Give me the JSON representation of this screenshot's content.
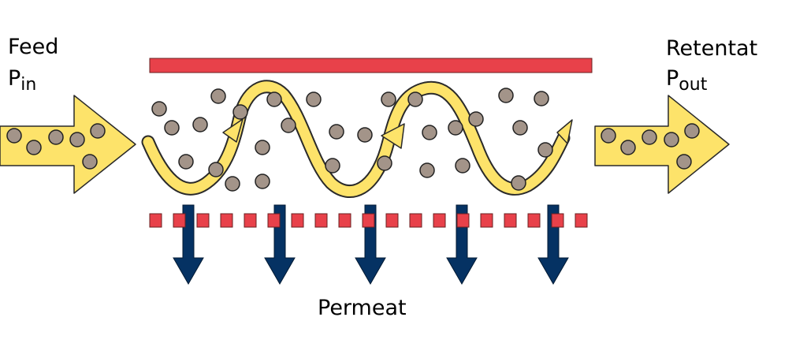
{
  "labels": {
    "feed": "Feed",
    "p_in_main": "P",
    "p_in_sub": "in",
    "retentat": "Retentat",
    "p_out_main": "P",
    "p_out_sub": "out",
    "permeat": "Permeat"
  },
  "colors": {
    "membrane_top": "#e8414a",
    "membrane_pores": "#e8414a",
    "flow_yellow": "#fde36a",
    "flow_outline": "#2a2a2a",
    "particle": "#a39489",
    "permeate_arrow": "#053263"
  },
  "icons": {
    "feed_arrow": "right-arrow-icon",
    "retentate_arrow": "right-arrow-icon",
    "permeate_arrows": "down-arrow-icon"
  }
}
